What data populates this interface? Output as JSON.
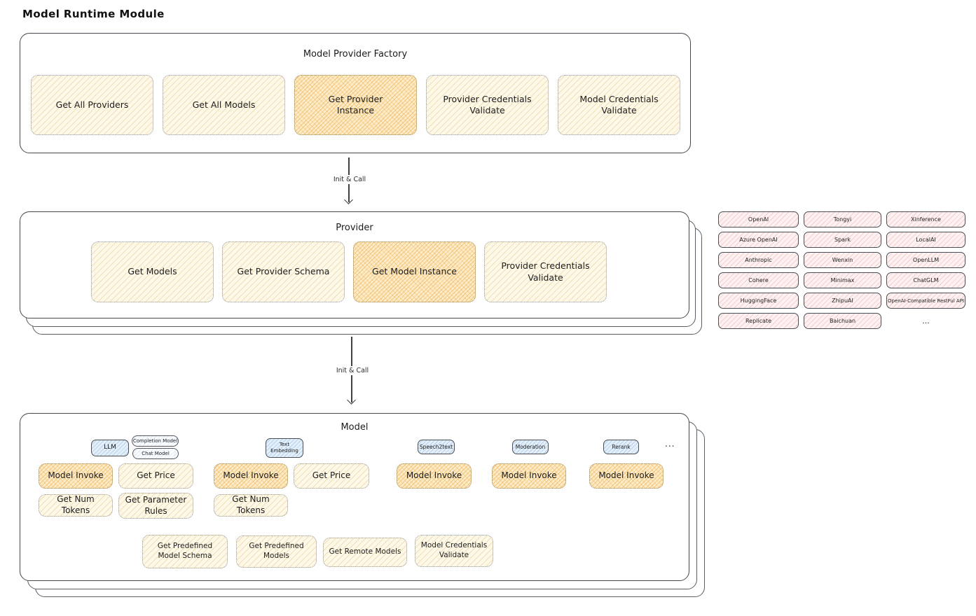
{
  "title": "Model Runtime Module",
  "factory": {
    "title": "Model Provider Factory",
    "nodes": [
      "Get All Providers",
      "Get All Models",
      "Get Provider Instance",
      "Provider Credentials Validate",
      "Model Credentials Validate"
    ]
  },
  "arrow1": {
    "label": "Init & Call"
  },
  "arrow2": {
    "label": "Init & Call"
  },
  "provider": {
    "title": "Provider",
    "nodes": [
      "Get Models",
      "Get Provider Schema",
      "Get Model Instance",
      "Provider Credentials Validate"
    ]
  },
  "provider_list": [
    "OpenAI",
    "Tongyi",
    "Xinference",
    "Azure OpenAI",
    "Spark",
    "LocalAI",
    "Anthropic",
    "Wenxin",
    "OpenLLM",
    "Cohere",
    "Minimax",
    "ChatGLM",
    "HuggingFace",
    "ZhipuAI",
    "OpenAI-Compatible RestFul API",
    "Replicate",
    "Baichuan",
    "..."
  ],
  "model": {
    "title": "Model",
    "tags": [
      "LLM",
      "Completion Model",
      "Chat Model",
      "Text Embedding",
      "Speech2text",
      "Moderation",
      "Rerank"
    ],
    "ellipsis": "...",
    "nodes": [
      "Model Invoke",
      "Get Price",
      "Get Num Tokens",
      "Get Parameter Rules",
      "Model Invoke",
      "Get Price",
      "Get Num Tokens",
      "Model Invoke",
      "Model Invoke",
      "Model Invoke"
    ],
    "bottom_nodes": [
      "Get Predefined Model Schema",
      "Get Predefined Models",
      "Get Remote Models",
      "Model Credentials Validate"
    ]
  },
  "colors": {
    "node_yellow": "#fdf8e8",
    "node_orange": "#fcecc9",
    "provider_pink": "#fdf1f1",
    "tag_blue": "#e4effa",
    "outline": "#43484e"
  }
}
